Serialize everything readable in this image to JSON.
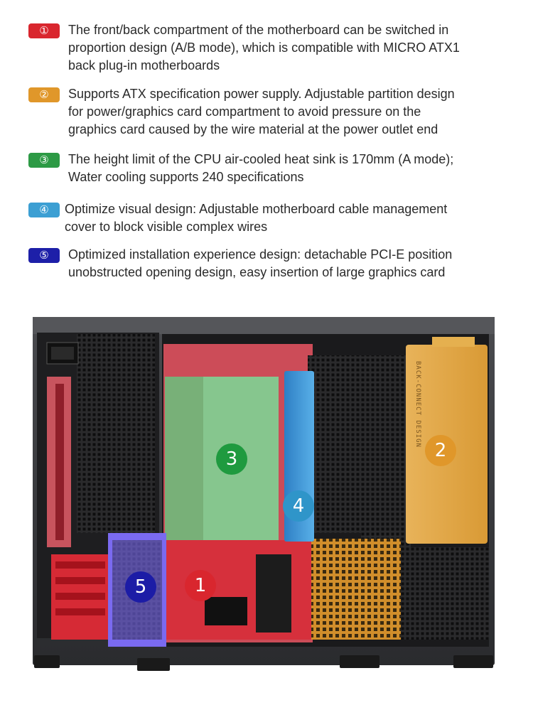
{
  "features": [
    {
      "badge": "①",
      "color": "#d9262e",
      "text": "The front/back compartment of the motherboard can be switched in\nproportion design (A/B mode), which is compatible with MICRO ATX1\nback plug-in motherboards"
    },
    {
      "badge": "②",
      "color": "#e0972a",
      "text": "Supports ATX specification power supply. Adjustable partition design\nfor power/graphics card compartment to avoid pressure on the\ngraphics card caused by the wire material at the power outlet end"
    },
    {
      "badge": "③",
      "color": "#2d9a45",
      "text": "The height limit of the CPU air-cooled heat sink is 170mm (A mode);\nWater cooling supports 240 specifications"
    },
    {
      "badge": "④",
      "color": "#3c9fd3",
      "text": "Optimize visual design: Adjustable motherboard cable management\ncover to block visible complex wires"
    },
    {
      "badge": "⑤",
      "color": "#1d1fa8",
      "text": "Optimized installation experience design: detachable PCI-E position\nunobstructed opening design, easy insertion of large graphics card"
    }
  ],
  "markers": [
    {
      "label": "1",
      "color": "#d9262e"
    },
    {
      "label": "2",
      "color": "#e0972a"
    },
    {
      "label": "3",
      "color": "#1f9a3f"
    },
    {
      "label": "4",
      "color": "#2f95c9"
    },
    {
      "label": "5",
      "color": "#1c1ca6"
    }
  ],
  "psu_label": "BACK-CONNECT DESIGN"
}
